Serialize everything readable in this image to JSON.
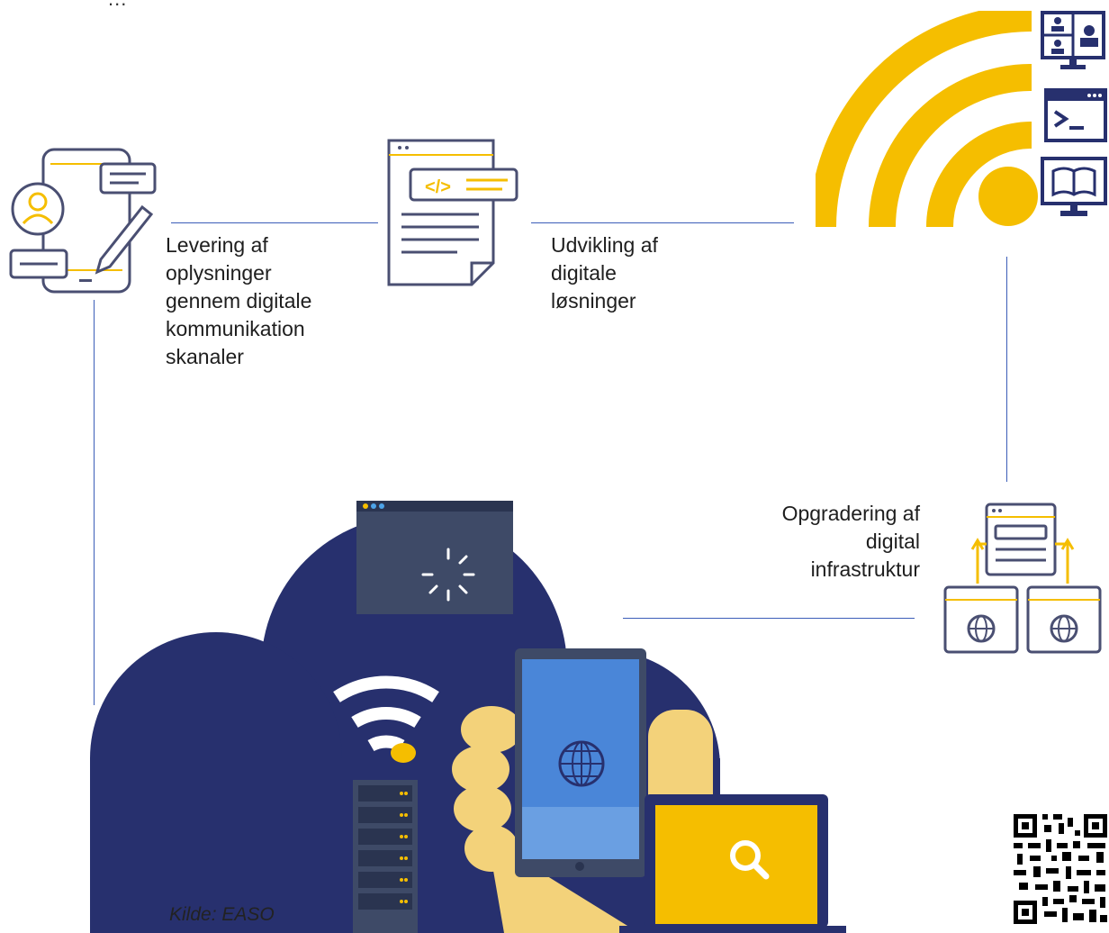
{
  "top_text": "...",
  "labels": {
    "levering": [
      "Levering af",
      "oplysninger",
      "gennem digitale",
      "kommunikation",
      "skanaler"
    ],
    "udvikling": [
      "Udvikling af",
      "digitale",
      "løsninger"
    ],
    "opgradering": [
      "Opgradering af",
      "digital",
      "infrastruktur"
    ]
  },
  "source": "Kilde: EASO",
  "colors": {
    "accent_yellow": "#F5BE00",
    "navy": "#27306E",
    "icon_outline": "#4A4F72",
    "connector": "#3B5DB8"
  }
}
